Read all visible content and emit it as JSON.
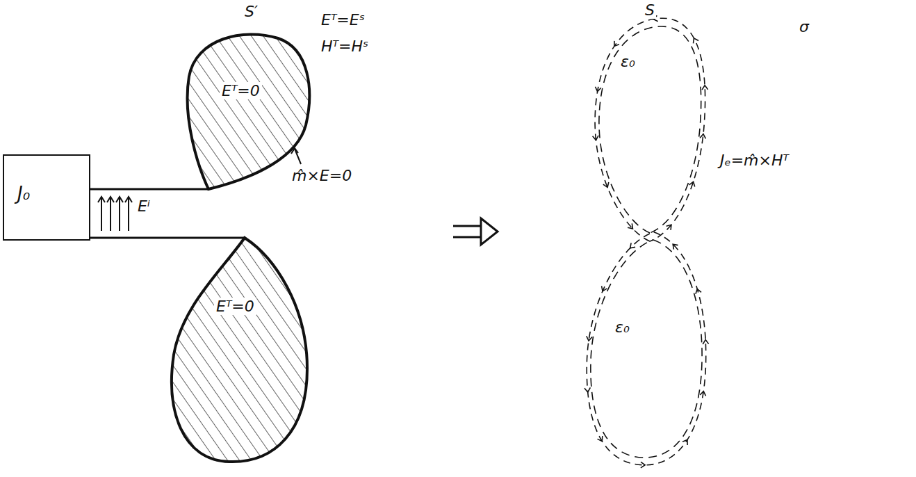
{
  "diagram": {
    "nodes": [
      {
        "text": [
          "J₀"
        ]
      },
      {
        "text": [
          "Eᵀ=0"
        ]
      },
      {
        "text": [
          "Eᵀ=0"
        ]
      },
      {
        "text": [
          "ε₀"
        ]
      },
      {
        "text": [
          "ε₀"
        ]
      }
    ],
    "edges": [
      {
        "from": 0,
        "to": 1,
        "arrow": "none"
      },
      {
        "from": 0,
        "to": 2,
        "arrow": "none"
      }
    ],
    "labels": [
      "S′",
      "Eᵀ=Eˢ",
      "Hᵀ=Hˢ",
      "m̂×E=0",
      "Eⁱ",
      "S",
      "σ",
      "Jₑ=m̂×Hᵀ"
    ]
  }
}
